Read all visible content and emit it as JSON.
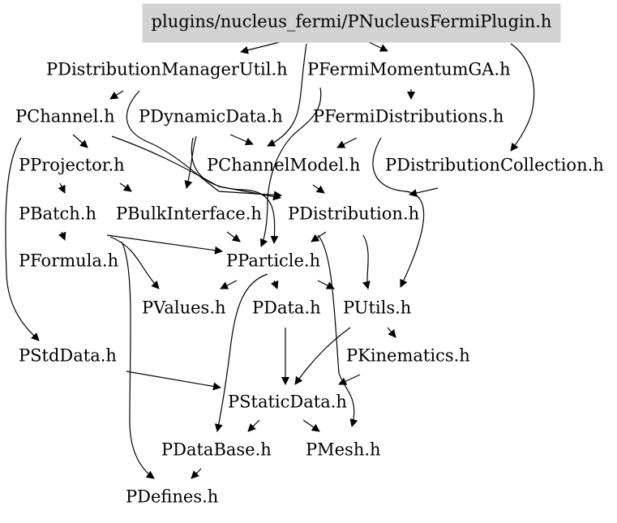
{
  "graph": {
    "root": {
      "id": "root",
      "label": "plugins/nucleus_fermi/PNucleusFermiPlugin.h",
      "fill": "#d3d3d3"
    },
    "nodes": [
      {
        "id": "distmgr",
        "label": "PDistributionManagerUtil.h"
      },
      {
        "id": "fermimom",
        "label": "PFermiMomentumGA.h"
      },
      {
        "id": "channel",
        "label": "PChannel.h"
      },
      {
        "id": "dynamic",
        "label": "PDynamicData.h"
      },
      {
        "id": "fermidist",
        "label": "PFermiDistributions.h"
      },
      {
        "id": "projector",
        "label": "PProjector.h"
      },
      {
        "id": "chanmodel",
        "label": "PChannelModel.h"
      },
      {
        "id": "distcoll",
        "label": "PDistributionCollection.h"
      },
      {
        "id": "batch",
        "label": "PBatch.h"
      },
      {
        "id": "bulk",
        "label": "PBulkInterface.h"
      },
      {
        "id": "distribution",
        "label": "PDistribution.h"
      },
      {
        "id": "formula",
        "label": "PFormula.h"
      },
      {
        "id": "particle",
        "label": "PParticle.h"
      },
      {
        "id": "values",
        "label": "PValues.h"
      },
      {
        "id": "data",
        "label": "PData.h"
      },
      {
        "id": "utils",
        "label": "PUtils.h"
      },
      {
        "id": "stddata",
        "label": "PStdData.h"
      },
      {
        "id": "kinematics",
        "label": "PKinematics.h"
      },
      {
        "id": "staticdata",
        "label": "PStaticData.h"
      },
      {
        "id": "database",
        "label": "PDataBase.h"
      },
      {
        "id": "mesh",
        "label": "PMesh.h"
      },
      {
        "id": "defines",
        "label": "PDefines.h"
      }
    ]
  }
}
